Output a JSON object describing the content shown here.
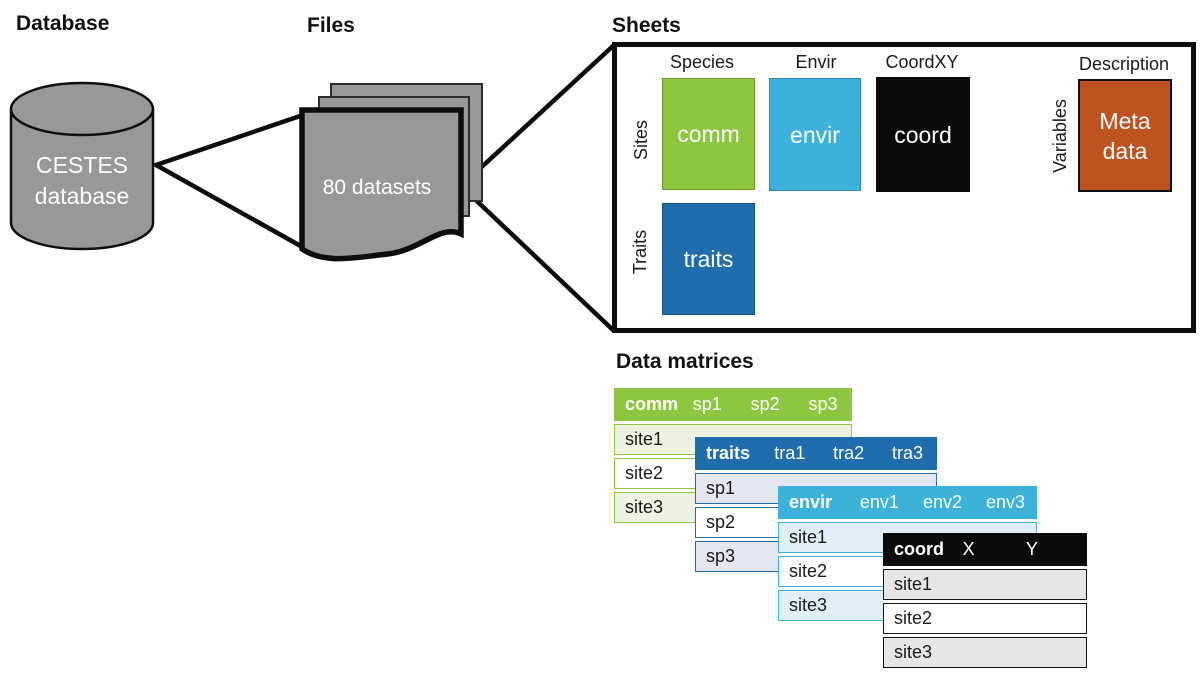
{
  "titles": {
    "database": "Database",
    "files": "Files",
    "sheets": "Sheets",
    "data_matrices": "Data matrices"
  },
  "database": {
    "cylinder_label": "CESTES database"
  },
  "files": {
    "stack_label": "80 datasets"
  },
  "sheets": {
    "columns": [
      {
        "header": "Species",
        "cell": "comm",
        "color": "#8DC63F"
      },
      {
        "header": "Envir",
        "cell": "envir",
        "color": "#3CB2DB"
      },
      {
        "header": "CoordXY",
        "cell": "coord",
        "color": "#0B0B0B"
      },
      {
        "header": "Description",
        "cell": "Meta data",
        "color": "#BE531F"
      }
    ],
    "traits_sheet": {
      "cell": "traits",
      "color": "#1F6DAD"
    },
    "row_labels": {
      "sites": "Sites",
      "traits": "Traits",
      "variables": "Variables"
    }
  },
  "matrices": [
    {
      "name": "comm",
      "cols": [
        "sp1",
        "sp2",
        "sp3"
      ],
      "rows": [
        "site1",
        "site2",
        "site3"
      ],
      "header_color": "#8DC63F",
      "stripe_color": "#EDF3E0"
    },
    {
      "name": "traits",
      "cols": [
        "tra1",
        "tra2",
        "tra3"
      ],
      "rows": [
        "sp1",
        "sp2",
        "sp3"
      ],
      "header_color": "#1F6DAD",
      "stripe_color": "#E4E7F1"
    },
    {
      "name": "envir",
      "cols": [
        "env1",
        "env2",
        "env3"
      ],
      "rows": [
        "site1",
        "site2",
        "site3"
      ],
      "header_color": "#3CB2DB",
      "stripe_color": "#E0EEF8"
    },
    {
      "name": "coord",
      "cols": [
        "X",
        "Y"
      ],
      "rows": [
        "site1",
        "site2",
        "site3"
      ],
      "header_color": "#0B0B0B",
      "stripe_color": "#E6E6E6"
    }
  ],
  "colors": {
    "shape_gray": "#989898",
    "outline": "#0D0D0D",
    "page_bg": "#FFFFFF"
  }
}
